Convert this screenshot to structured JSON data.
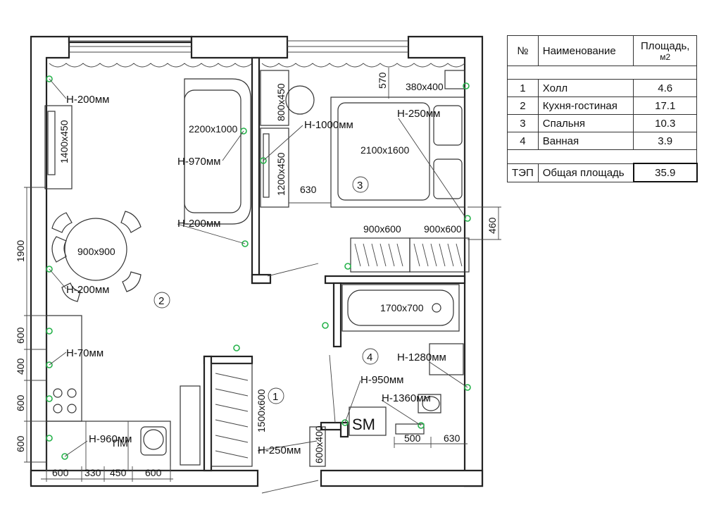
{
  "table": {
    "headers": {
      "num": "№",
      "name": "Наименование",
      "area_l1": "Площадь,",
      "area_l2": "м2"
    },
    "rows": [
      {
        "num": "1",
        "name": "Холл",
        "area": "4.6"
      },
      {
        "num": "2",
        "name": "Кухня-гостиная",
        "area": "17.1"
      },
      {
        "num": "3",
        "name": "Спальня",
        "area": "10.3"
      },
      {
        "num": "4",
        "name": "Ванная",
        "area": "3.9"
      }
    ],
    "total": {
      "num": "ТЭП",
      "name": "Общая площадь",
      "area": "35.9"
    }
  },
  "rooms": {
    "r1": "1",
    "r2": "2",
    "r3": "3",
    "r4": "4"
  },
  "heights": {
    "h_200_a": "Н-200мм",
    "h_970": "Н-970мм",
    "h_200_b": "Н-200мм",
    "h_200_c": "Н-200мм",
    "h_70": "Н-70мм",
    "h_960": "Н-960мм",
    "h_1000": "Н-1000мм",
    "h_250_a": "Н-250мм",
    "h_250_b": "Н-250мм",
    "h_1280": "Н-1280мм",
    "h_950": "Н-950мм",
    "h_1360": "Н-1360мм"
  },
  "furniture": {
    "sofa": "2200x1000",
    "wardrobe_living": "1400x450",
    "table": "900x900",
    "cabinet_bed": "800x450",
    "wardrobe_bed": "1200x450",
    "bed": "2100x1600",
    "shelf": "380x400",
    "closet_a": "900x600",
    "closet_b": "900x600",
    "bath": "1700x700",
    "hall_closet": "1500x600",
    "hall_shelf": "600x400",
    "washer": "SM",
    "fridge": "ПМ"
  },
  "dims": {
    "d1900": "1900",
    "d600_a": "600",
    "d400": "400",
    "d600_b": "600",
    "d600_c": "600",
    "b600_a": "600",
    "b330": "330",
    "b450": "450",
    "b600_b": "600",
    "d570": "570",
    "d630_a": "630",
    "d460": "460",
    "d500": "500",
    "d630_b": "630"
  }
}
